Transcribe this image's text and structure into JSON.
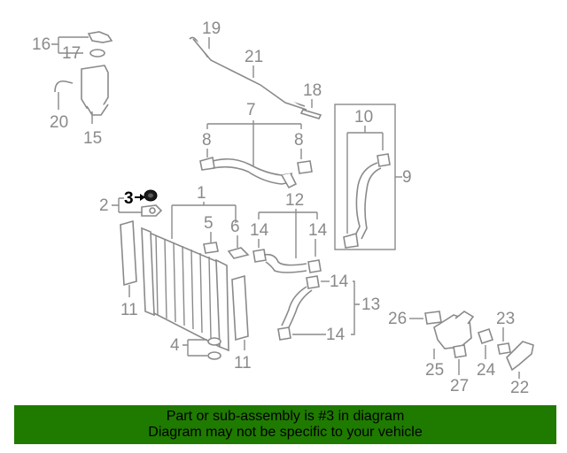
{
  "callouts": {
    "n1": "1",
    "n2": "2",
    "n3": "3",
    "n4": "4",
    "n5": "5",
    "n6": "6",
    "n7": "7",
    "n8": "8",
    "n9": "9",
    "n10": "10",
    "n11": "11",
    "n12": "12",
    "n13": "13",
    "n14": "14",
    "n15": "15",
    "n16": "16",
    "n17": "17",
    "n18": "18",
    "n19": "19",
    "n20": "20",
    "n21": "21",
    "n22": "22",
    "n23": "23",
    "n24": "24",
    "n25": "25",
    "n26": "26",
    "n27": "27"
  },
  "footer": {
    "line1": "Part or sub-assembly is #3 in diagram",
    "line2": "Diagram may not be specific to your vehicle"
  },
  "colors": {
    "footer_bg": "#1f7a00",
    "line_gray": "#8a8a8a",
    "highlight": "#000000"
  }
}
